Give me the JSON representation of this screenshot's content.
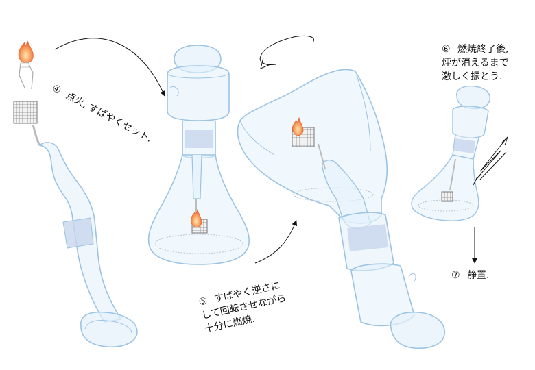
{
  "steps": {
    "step4": {
      "number": "④",
      "text": "点火, すばやくセット."
    },
    "step5": {
      "number": "⑤",
      "lines": [
        "すばやく逆さに",
        "して回転させながら",
        "十分に燃焼."
      ]
    },
    "step6": {
      "number": "⑥",
      "lines": [
        "燃焼終了後,",
        "煙が消えるまで",
        "激しく振とう."
      ]
    },
    "step7": {
      "number": "⑦",
      "text": "静置."
    }
  },
  "colors": {
    "glass_outline": "#9cc3e4",
    "glass_fill": "#e4f1fb",
    "flame_outer": "#f47a3a",
    "flame_inner": "#ffd08a",
    "arrow": "#111111",
    "gauze": "#9a9a9a"
  }
}
